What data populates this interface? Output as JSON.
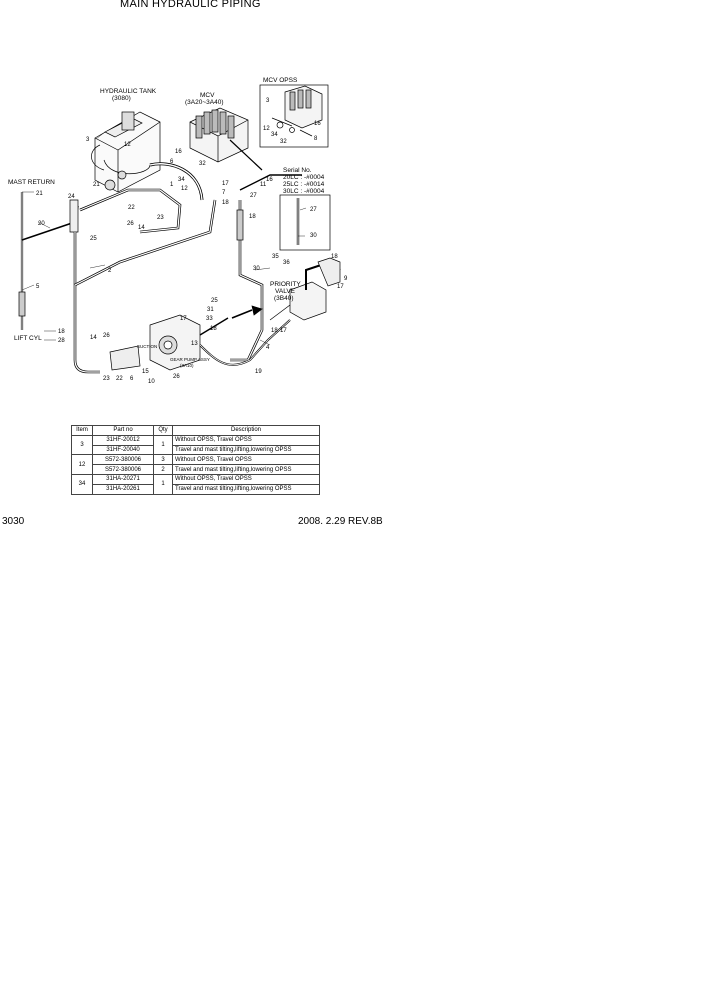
{
  "page": {
    "title": "MAIN HYDRAULIC PIPING",
    "page_number": "3030",
    "revision": "2008. 2.29  REV.8B"
  },
  "labels": {
    "hydraulic_tank": "HYDRAULIC TANK",
    "hydraulic_tank_ref": "(3080)",
    "mcv": "MCV",
    "mcv_ref": "(3A20~3A40)",
    "mcv_opss": "MCV OPSS",
    "mast_return": "MAST RETURN",
    "lift_cyl": "LIFT CYL",
    "priority_valve": "PRIORITY",
    "priority_valve_2": "VALVE",
    "priority_valve_ref": "(3B40)",
    "gear_pump": "GEAR PUMP ASSY",
    "gear_pump_ref": "(3A10)",
    "suction": "SUCTION",
    "serial_title": "Serial No.",
    "serial_20": "20LC : -#0004",
    "serial_25": "25LC : -#0014",
    "serial_30": "30LC : -#0004"
  },
  "callouts": {
    "c1": "1",
    "c2": "2",
    "c3": "3",
    "c3b": "3",
    "c4": "4",
    "c5": "5",
    "c6a": "6",
    "c6b": "6",
    "c7": "7",
    "c8a": "8",
    "c8b": "8",
    "c9": "9",
    "c10": "10",
    "c11": "11",
    "c12a": "12",
    "c12b": "12",
    "c12c": "12",
    "c13": "13",
    "c14a": "14",
    "c14b": "14",
    "c15": "15",
    "c16a": "16",
    "c16b": "16",
    "c16c": "16",
    "c17a": "17",
    "c17b": "17",
    "c17c": "17",
    "c17d": "17",
    "c18a": "18",
    "c18b": "18",
    "c18c": "18",
    "c18d": "18",
    "c18e": "18",
    "c18f": "18",
    "c19": "19",
    "c20": "20",
    "c21": "21",
    "c21b": "21",
    "c22a": "22",
    "c22b": "22",
    "c23a": "23",
    "c23b": "23",
    "c24": "24",
    "c25a": "25",
    "c25b": "25",
    "c26a": "26",
    "c26b": "26",
    "c26c": "26",
    "c27a": "27",
    "c27b": "27",
    "c28": "28",
    "c30a": "30",
    "c30b": "30",
    "c31": "31",
    "c32a": "32",
    "c32b": "32",
    "c33": "33",
    "c34a": "34",
    "c34b": "34",
    "c35": "35",
    "c36": "36"
  },
  "parts_table": {
    "headers": [
      "Item",
      "Part no",
      "Qty",
      "Description"
    ],
    "groups": [
      {
        "item": "3",
        "rows": [
          {
            "part_no": "31HF-20012",
            "qty": "1",
            "description": "Without OPSS, Travel OPSS"
          },
          {
            "part_no": "31HF-20040",
            "qty": "",
            "description": "Travel and mast tilting,lifting,lowering OPSS"
          }
        ]
      },
      {
        "item": "12",
        "rows": [
          {
            "part_no": "S572-380006",
            "qty": "3",
            "description": "Without OPSS, Travel OPSS"
          },
          {
            "part_no": "S572-380006",
            "qty": "2",
            "description": "Travel and mast tilting,lifting,lowering OPSS"
          }
        ]
      },
      {
        "item": "34",
        "rows": [
          {
            "part_no": "31HA-20271",
            "qty": "1",
            "description": "Without OPSS, Travel OPSS"
          },
          {
            "part_no": "31HA-20261",
            "qty": "",
            "description": "Travel and mast tilting,lifting,lowering OPSS"
          }
        ]
      }
    ]
  }
}
